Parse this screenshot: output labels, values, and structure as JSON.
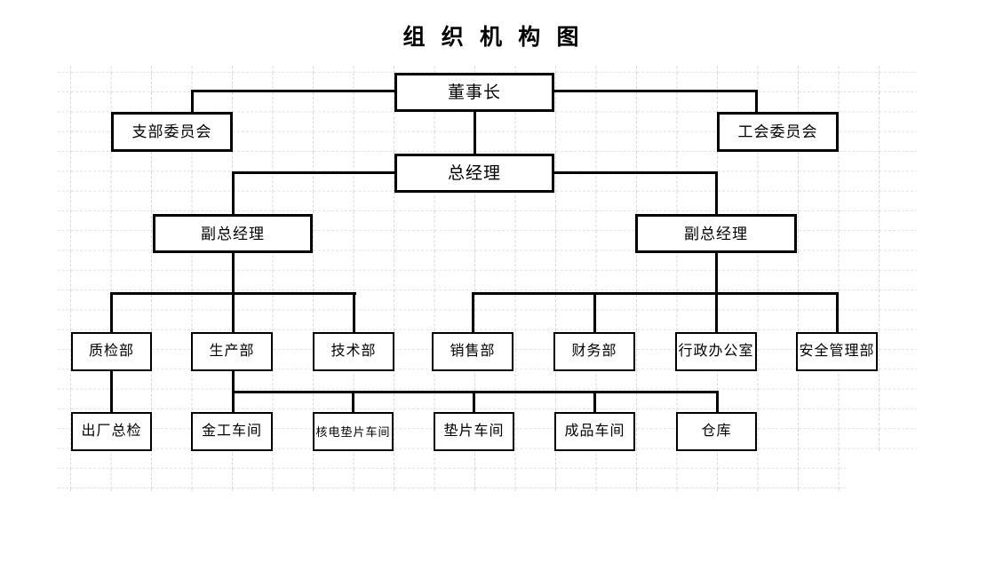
{
  "title": "组 织 机 构 图",
  "chart_data": {
    "type": "org_chart",
    "nodes": [
      {
        "id": "chairman",
        "label": "董事长",
        "reports_to": null
      },
      {
        "id": "branch-committee",
        "label": "支部委员会",
        "reports_to": "chairman"
      },
      {
        "id": "union-committee",
        "label": "工会委员会",
        "reports_to": "chairman"
      },
      {
        "id": "general-manager",
        "label": "总经理",
        "reports_to": "chairman"
      },
      {
        "id": "deputy-gm-left",
        "label": "副总经理",
        "reports_to": "general-manager"
      },
      {
        "id": "deputy-gm-right",
        "label": "副总经理",
        "reports_to": "general-manager"
      },
      {
        "id": "quality-dept",
        "label": "质检部",
        "reports_to": "deputy-gm-left"
      },
      {
        "id": "production-dept",
        "label": "生产部",
        "reports_to": "deputy-gm-left"
      },
      {
        "id": "technology-dept",
        "label": "技术部",
        "reports_to": "deputy-gm-left"
      },
      {
        "id": "sales-dept",
        "label": "销售部",
        "reports_to": "deputy-gm-right"
      },
      {
        "id": "finance-dept",
        "label": "财务部",
        "reports_to": "deputy-gm-right"
      },
      {
        "id": "admin-office",
        "label": "行政办公室",
        "reports_to": "deputy-gm-right"
      },
      {
        "id": "safety-dept",
        "label": "安全管理部",
        "reports_to": "deputy-gm-right"
      },
      {
        "id": "final-inspection",
        "label": "出厂总检",
        "reports_to": "quality-dept"
      },
      {
        "id": "metalwork-shop",
        "label": "金工车间",
        "reports_to": "production-dept"
      },
      {
        "id": "nuclear-gasket-shop",
        "label": "核电垫片车间",
        "reports_to": "production-dept"
      },
      {
        "id": "gasket-shop",
        "label": "垫片车间",
        "reports_to": "production-dept"
      },
      {
        "id": "finished-product-shop",
        "label": "成品车间",
        "reports_to": "production-dept"
      },
      {
        "id": "warehouse",
        "label": "仓库",
        "reports_to": "production-dept"
      }
    ]
  },
  "colors": {
    "line": "#000000",
    "box_border": "#000000",
    "grid": "#d9d9d9",
    "background": "#ffffff",
    "text": "#000000"
  }
}
